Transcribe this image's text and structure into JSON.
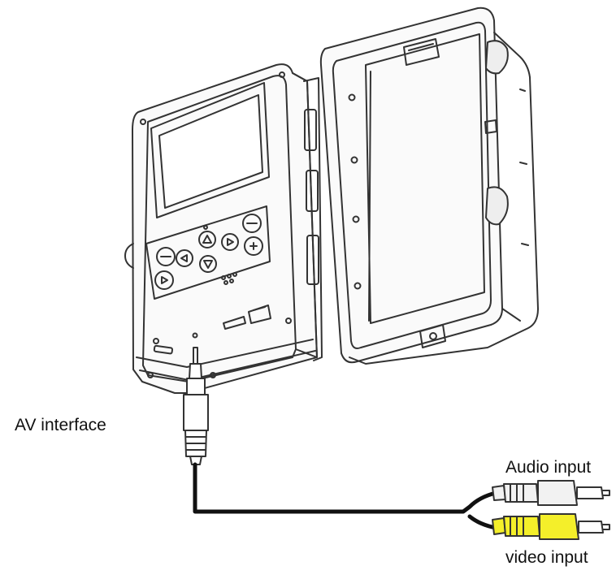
{
  "labels": {
    "av_interface": "AV interface",
    "audio_input": "Audio input",
    "video_input": "video input"
  },
  "colors": {
    "line": "#333333",
    "audio_plug": "#f2f2f2",
    "video_plug": "#f4ef2a",
    "cable": "#111111"
  },
  "icons": [
    "camera-body",
    "camera-screen",
    "control-buttons",
    "open-housing-door",
    "av-jack-plug",
    "rca-plug-audio",
    "rca-plug-video"
  ]
}
